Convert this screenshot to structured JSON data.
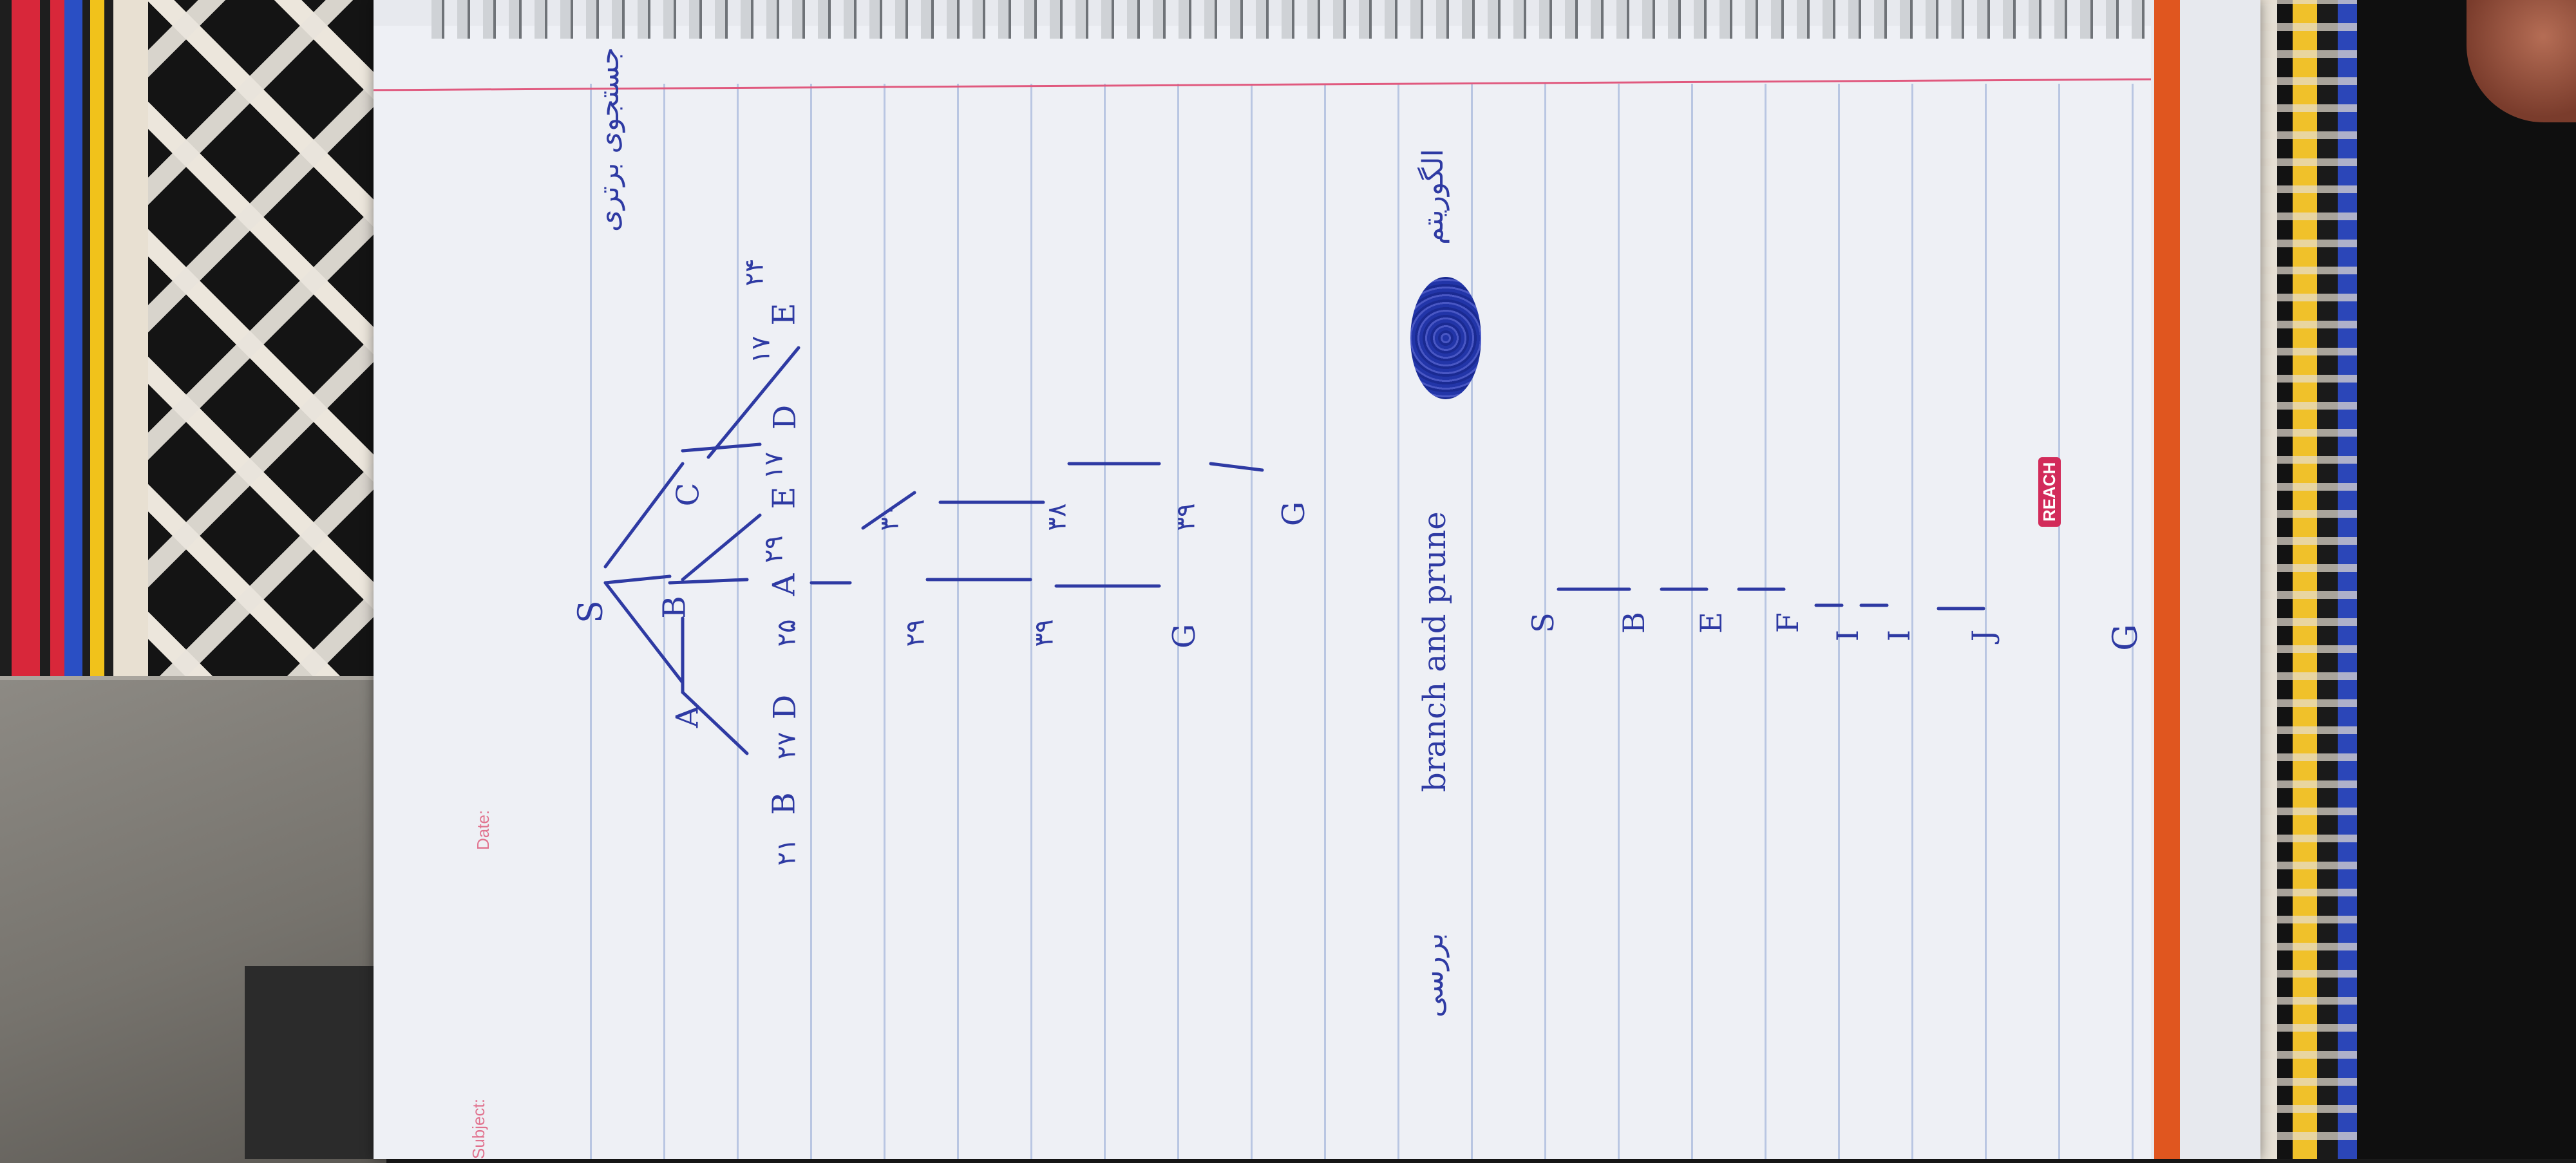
{
  "notebook": {
    "header_labels": {
      "subject": "Subject:",
      "date": "Date:"
    },
    "stamp_text": "REACH"
  },
  "handwriting": {
    "title_fa": "جستجوی برتری",
    "subtitle_left": "برنامه‌ریزی",
    "branch_text": "branch and prune",
    "algorithm_fa": "الگوریتم",
    "prefix_fa": "بررسی"
  },
  "tree": {
    "root": "S",
    "level1": [
      "A",
      "B",
      "C"
    ],
    "level2": [
      "B",
      "D",
      "A",
      "E",
      "D",
      "E"
    ],
    "weights": [
      "۲۱",
      "۲۷",
      "۲۵",
      "۲۹",
      "۱۷",
      "۱۷",
      "۲۴"
    ],
    "deeper": [
      "۲۹",
      "۳۰",
      "۳۹",
      "۳۸",
      "۳۹"
    ],
    "goals": [
      "G",
      "G"
    ]
  },
  "path": {
    "nodes": [
      "S",
      "B",
      "E",
      "F",
      "I",
      "I",
      "J",
      "G"
    ]
  }
}
